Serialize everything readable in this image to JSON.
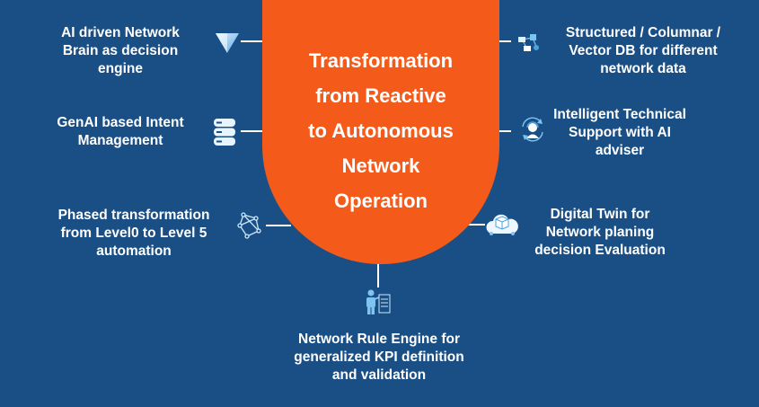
{
  "center": {
    "title_lines": [
      "Transformation",
      "from Reactive",
      "to Autonomous",
      "Network",
      "Operation"
    ]
  },
  "colors": {
    "background": "#1a4f86",
    "accent": "#f45b1a",
    "text": "#ffffff",
    "icon_light": "#7fc4f0"
  },
  "nodes": {
    "ai_brain": {
      "lines": [
        "AI driven Network",
        "Brain as decision",
        "engine"
      ],
      "icon": "funnel-icon"
    },
    "genai_intent": {
      "lines": [
        "GenAI based Intent",
        "Management"
      ],
      "icon": "database-icon"
    },
    "phased": {
      "lines": [
        "Phased transformation",
        "from Level0 to Level 5",
        "automation"
      ],
      "icon": "network-nodes-icon"
    },
    "structured_db": {
      "lines": [
        "Structured / Columnar /",
        "Vector DB for different",
        "network data"
      ],
      "icon": "data-structure-icon"
    },
    "tech_support": {
      "lines": [
        "Intelligent Technical",
        "Support with AI",
        "adviser"
      ],
      "icon": "support-agent-icon"
    },
    "digital_twin": {
      "lines": [
        "Digital Twin for",
        "Network planing",
        "decision Evaluation"
      ],
      "icon": "cloud-cube-icon"
    },
    "rule_engine": {
      "lines": [
        "Network Rule Engine for",
        "generalized KPI definition",
        "and validation"
      ],
      "icon": "presenter-icon"
    }
  }
}
